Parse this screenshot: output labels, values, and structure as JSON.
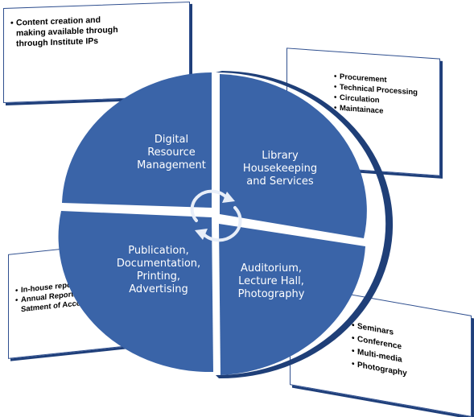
{
  "callouts": {
    "top_left": [
      "Content creation and making available through through Institute IPs"
    ],
    "top_right": [
      "Procurement",
      "Technical Processing",
      "Circulation",
      "Maintainace"
    ],
    "bottom_left": [
      "In-house report",
      "Annual Report & Audited Satment of Accounts"
    ],
    "bottom_right": [
      "Seminars",
      "Conference",
      "Multi-media",
      "Photography"
    ]
  },
  "quadrants": {
    "top_left": "Digital\nResource\nManagement",
    "top_right": "Library\nHousekeeping\nand Services",
    "bottom_left": "Publication,\nDocumentation,\nPrinting,\nAdvertising",
    "bottom_right": "Auditorium,\nLecture Hall,\nPhotography"
  },
  "colors": {
    "quadrant_fill": "#3a64a8",
    "edge_fill": "#1f3f78",
    "callout_border": "#2f4f8f",
    "text_on_fill": "#ffffff"
  },
  "icons": {
    "center": "circular-arrows-icon"
  }
}
